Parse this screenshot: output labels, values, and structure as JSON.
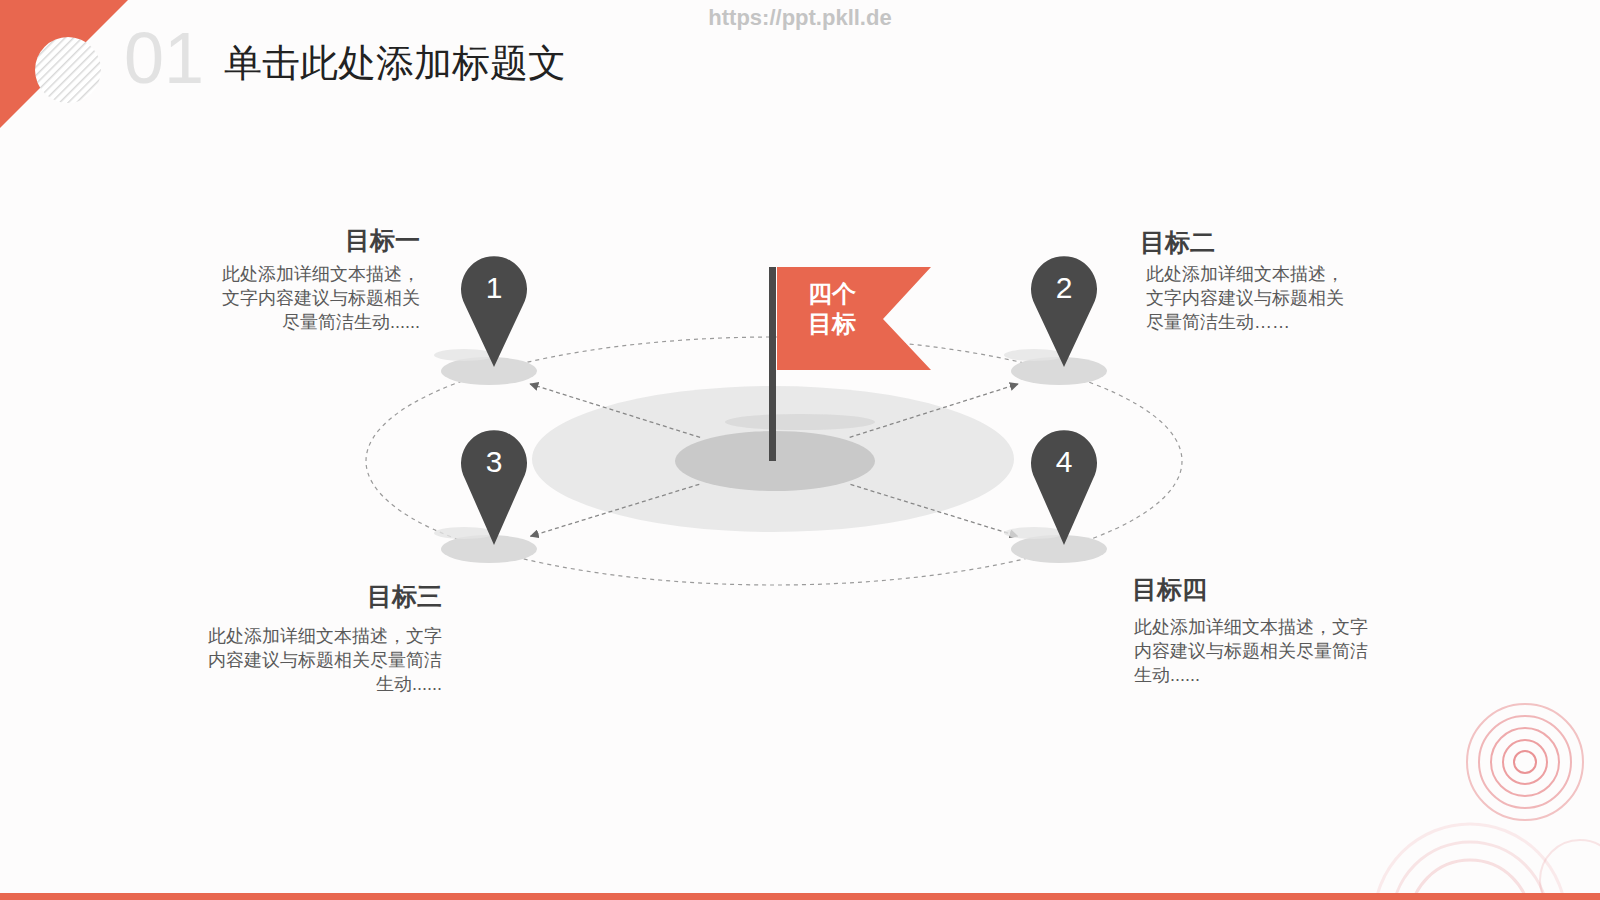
{
  "diagram": {
    "title": "单击此处添加标题文",
    "nodes": [
      {
        "text": [
          "四个目标"
        ]
      },
      {
        "text": [
          "1"
        ]
      },
      {
        "text": [
          "2"
        ]
      },
      {
        "text": [
          "3"
        ]
      },
      {
        "text": [
          "4"
        ]
      }
    ],
    "edges": [
      {
        "from": 0,
        "to": 1,
        "arrow": "to"
      },
      {
        "from": 0,
        "to": 2,
        "arrow": "to"
      },
      {
        "from": 0,
        "to": 3,
        "arrow": "to"
      },
      {
        "from": 0,
        "to": 4,
        "arrow": "to"
      }
    ],
    "labels": [
      "https://ppt.pkll.de",
      "01",
      "目标一",
      "此处添加详细文本描述，文字内容建议与标题相关尽量简洁生动......",
      "目标二",
      "此处添加详细文本描述，文字内容建议与标题相关尽量简洁生动……",
      "目标三",
      "此处添加详细文本描述，文字内容建议与标题相关尽量简洁生动......",
      "目标四",
      "此处添加详细文本描述，文字内容建议与标题相关尽量简洁生动......"
    ]
  }
}
